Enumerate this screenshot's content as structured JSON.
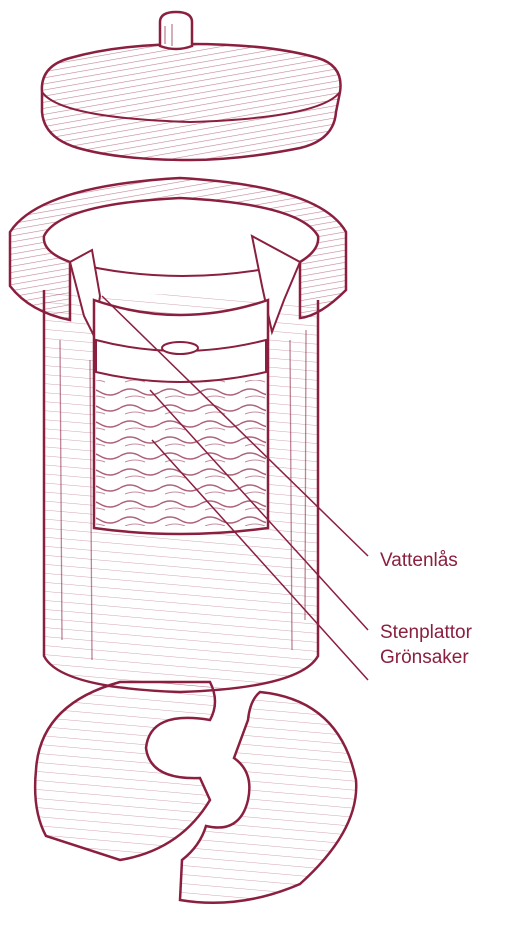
{
  "colors": {
    "ink": "#8a1f3f",
    "shade": "#b9607c",
    "paper": "#ffffff"
  },
  "labels": [
    {
      "text": "Vattenlås",
      "target": "water-seal"
    },
    {
      "text": "Stenplattor",
      "target": "stone-plates"
    },
    {
      "text": "Grönsaker",
      "target": "vegetables"
    }
  ]
}
